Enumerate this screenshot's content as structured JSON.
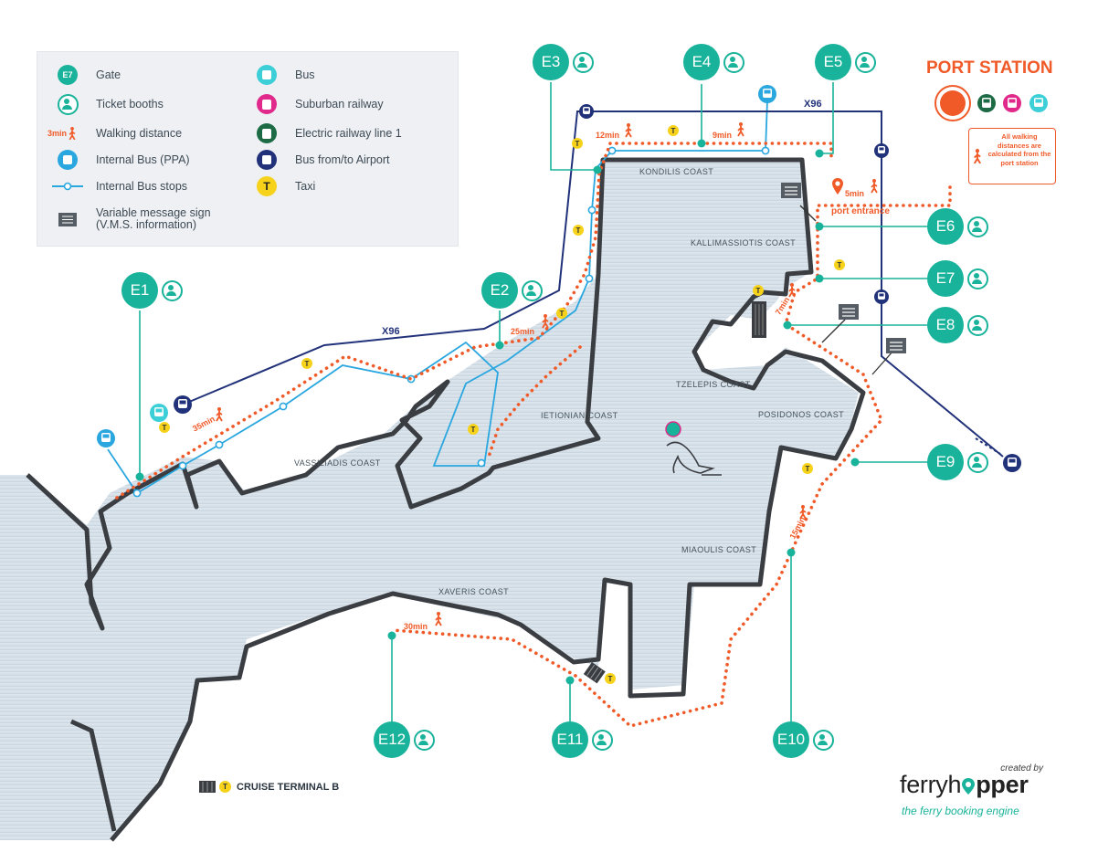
{
  "legend": {
    "gate_icon_text": "E7",
    "gate": "Gate",
    "ticket_booths": "Ticket booths",
    "walking_icon_text": "3min",
    "walking_distance": "Walking distance",
    "internal_bus": "Internal Bus (PPA)",
    "internal_bus_stops": "Internal Bus stops",
    "vms": "Variable message sign\n(V.M.S. information)",
    "bus": "Bus",
    "suburban_railway": "Suburban railway",
    "electric_railway": "Electric railway line 1",
    "airport_bus": "Bus from/to Airport",
    "taxi_icon_text": "T",
    "taxi": "Taxi"
  },
  "gates": {
    "E1": "E1",
    "E2": "E2",
    "E3": "E3",
    "E4": "E4",
    "E5": "E5",
    "E6": "E6",
    "E7": "E7",
    "E8": "E8",
    "E9": "E9",
    "E10": "E10",
    "E11": "E11",
    "E12": "E12"
  },
  "coasts": {
    "kondilis": "KONDILIS COAST",
    "kallimassiotis": "KALLIMASSIOTIS COAST",
    "tzelepis": "TZELEPIS COAST",
    "posidonos": "POSIDONOS COAST",
    "ietionian": "IETIONIAN COAST",
    "vassiliadis": "VASSILIADIS COAST",
    "miaoulis": "MIAOULIS COAST",
    "xaveris": "XAVERIS COAST"
  },
  "walking": {
    "w35": "35min",
    "w25": "25min",
    "w12": "12min",
    "w9": "9min",
    "w5": "5min",
    "w7": "7min",
    "w15": "15min",
    "w30": "30min"
  },
  "routes": {
    "x96_a": "X96",
    "x96_b": "X96"
  },
  "port_entrance": "port entrance",
  "port_station": {
    "title": "PORT STATION",
    "note": "All walking distances are calculated from the port station"
  },
  "cruise_terminal": "CRUISE TERMINAL B",
  "brand": {
    "created_by": "created by",
    "name_part1": "ferryh",
    "name_part2": "pper",
    "tagline": "the ferry booking engine"
  },
  "colors": {
    "gate": "#18b39a",
    "walk": "#f05a28",
    "internal_bus": "#2aa7df",
    "airport_bus": "#22327a",
    "electric_railway": "#1c6b45",
    "suburban_railway": "#e0298b",
    "bus": "#3ccfd8",
    "taxi": "#f7d21a",
    "sea": "#d9e3ea",
    "coastline": "#3a3d41"
  },
  "icons": [
    "gate-icon",
    "ticket-booth-icon",
    "walking-person-icon",
    "internal-bus-icon",
    "bus-stop-icon",
    "vms-sign-icon",
    "bus-icon",
    "suburban-railway-icon",
    "electric-railway-icon",
    "airport-bus-icon",
    "taxi-icon",
    "location-pin-icon",
    "port-station-icon",
    "seal-icon"
  ]
}
